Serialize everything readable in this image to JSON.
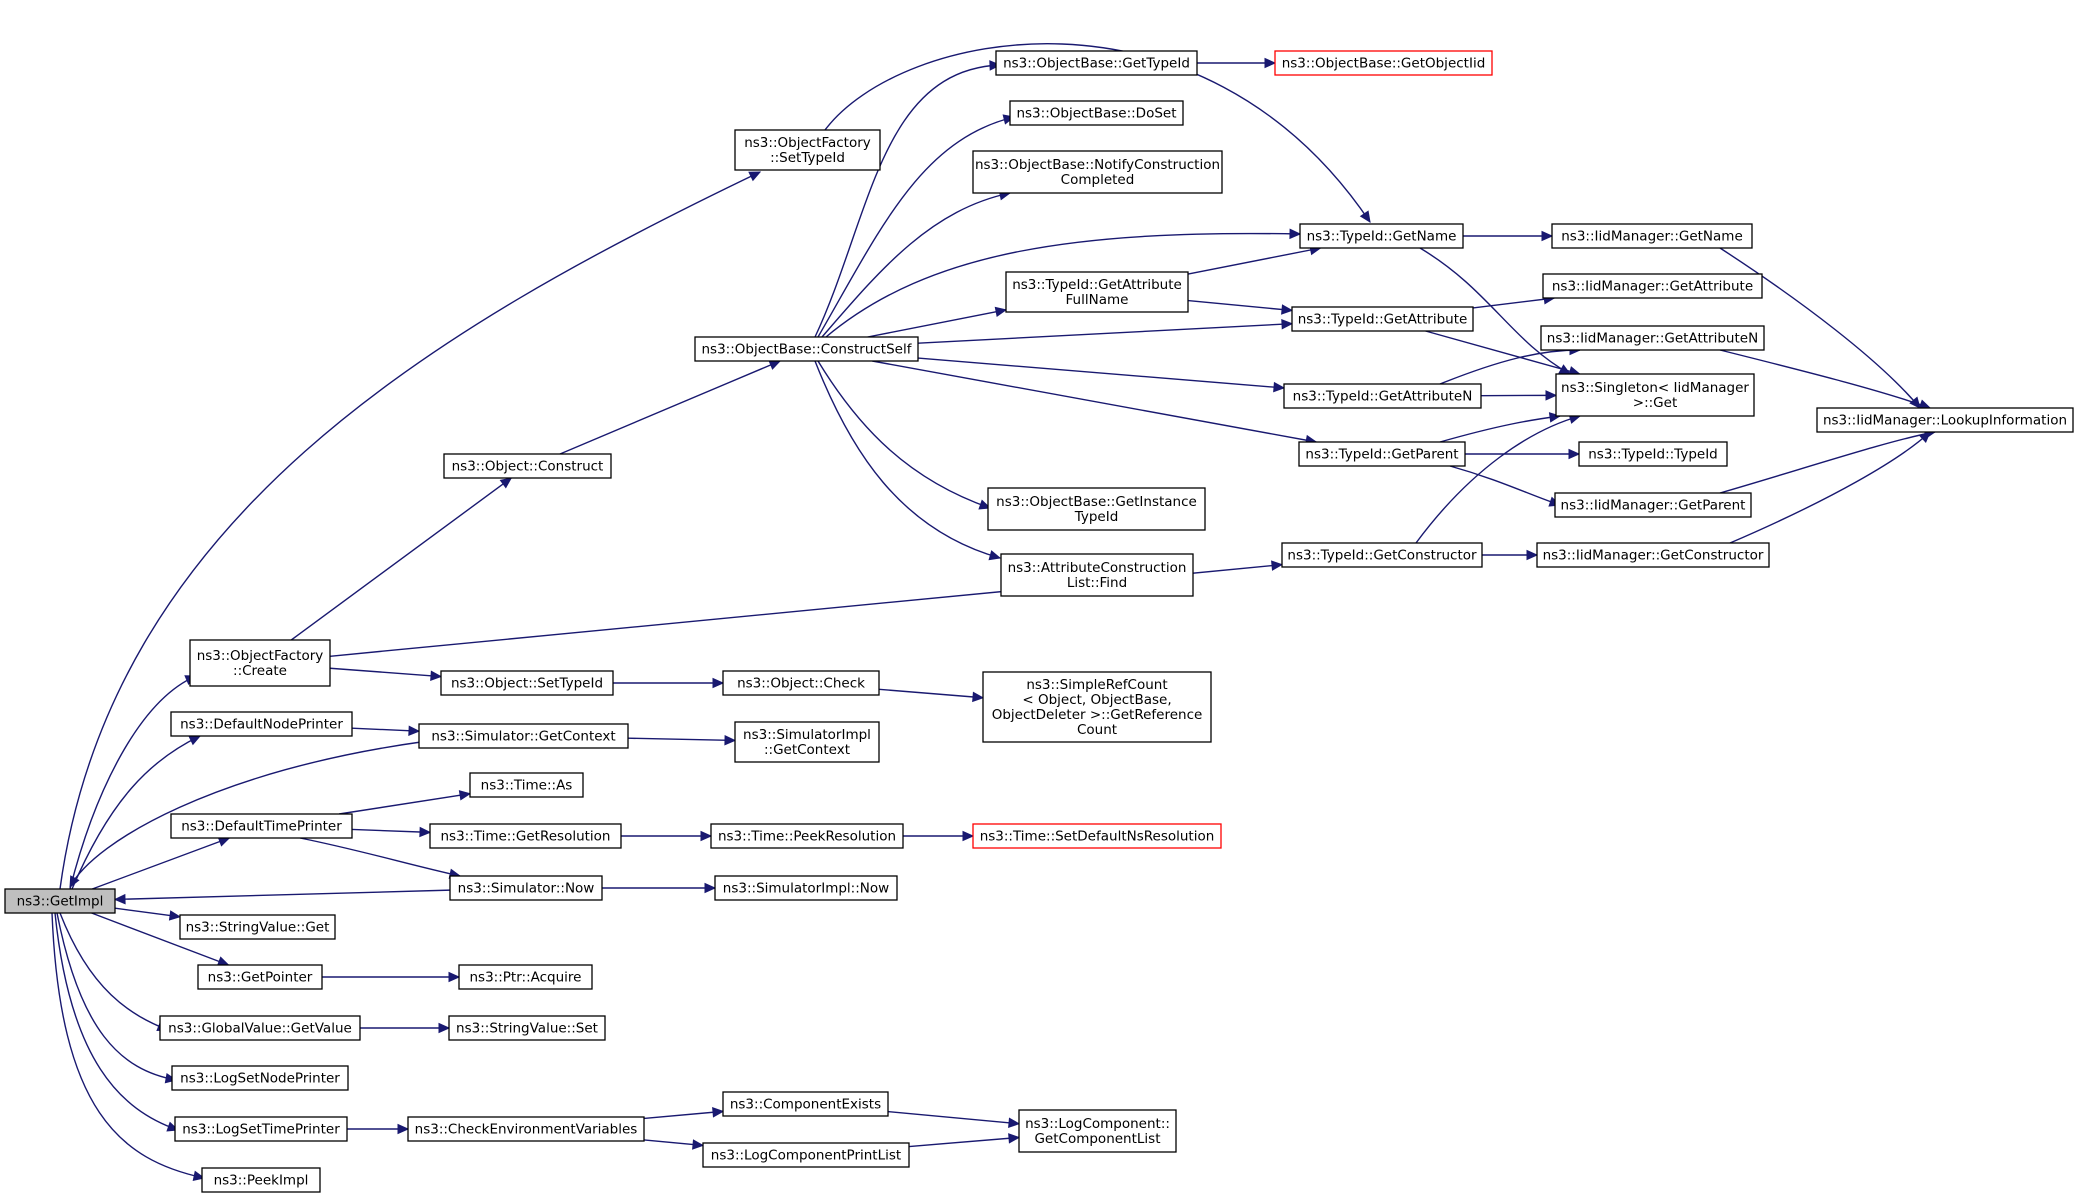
{
  "nodes": [
    {
      "id": "GetImpl",
      "lines": [
        "ns3::GetImpl"
      ],
      "root": true
    },
    {
      "id": "OF_Create",
      "lines": [
        "ns3::ObjectFactory",
        "::Create"
      ]
    },
    {
      "id": "OF_SetTypeId",
      "lines": [
        "ns3::ObjectFactory",
        "::SetTypeId"
      ]
    },
    {
      "id": "DefaultNodePrinter",
      "lines": [
        "ns3::DefaultNodePrinter"
      ]
    },
    {
      "id": "DefaultTimePrinter",
      "lines": [
        "ns3::DefaultTimePrinter"
      ]
    },
    {
      "id": "StringValue_Get",
      "lines": [
        "ns3::StringValue::Get"
      ]
    },
    {
      "id": "GetPointer",
      "lines": [
        "ns3::GetPointer"
      ]
    },
    {
      "id": "GV_GetValue",
      "lines": [
        "ns3::GlobalValue::GetValue"
      ]
    },
    {
      "id": "LogSetNodePrinter",
      "lines": [
        "ns3::LogSetNodePrinter"
      ]
    },
    {
      "id": "LogSetTimePrinter",
      "lines": [
        "ns3::LogSetTimePrinter"
      ]
    },
    {
      "id": "PeekImpl",
      "lines": [
        "ns3::PeekImpl"
      ]
    },
    {
      "id": "Object_Construct",
      "lines": [
        "ns3::Object::Construct"
      ]
    },
    {
      "id": "Object_SetTypeId",
      "lines": [
        "ns3::Object::SetTypeId"
      ]
    },
    {
      "id": "Sim_GetContext",
      "lines": [
        "ns3::Simulator::GetContext"
      ]
    },
    {
      "id": "Time_As",
      "lines": [
        "ns3::Time::As"
      ]
    },
    {
      "id": "Time_GetResolution",
      "lines": [
        "ns3::Time::GetResolution"
      ]
    },
    {
      "id": "Sim_Now",
      "lines": [
        "ns3::Simulator::Now"
      ]
    },
    {
      "id": "Ptr_Acquire",
      "lines": [
        "ns3::Ptr::Acquire"
      ]
    },
    {
      "id": "StringValue_Set",
      "lines": [
        "ns3::StringValue::Set"
      ]
    },
    {
      "id": "CheckEnvVars",
      "lines": [
        "ns3::CheckEnvironmentVariables"
      ]
    },
    {
      "id": "OB_ConstructSelf",
      "lines": [
        "ns3::ObjectBase::ConstructSelf"
      ]
    },
    {
      "id": "Object_Check",
      "lines": [
        "ns3::Object::Check"
      ]
    },
    {
      "id": "SimImpl_GetContext",
      "lines": [
        "ns3::SimulatorImpl",
        "::GetContext"
      ]
    },
    {
      "id": "Time_PeekResolution",
      "lines": [
        "ns3::Time::PeekResolution"
      ]
    },
    {
      "id": "SimImpl_Now",
      "lines": [
        "ns3::SimulatorImpl::Now"
      ]
    },
    {
      "id": "ComponentExists",
      "lines": [
        "ns3::ComponentExists"
      ]
    },
    {
      "id": "LogComponentPrintList",
      "lines": [
        "ns3::LogComponentPrintList"
      ]
    },
    {
      "id": "OB_GetTypeId",
      "lines": [
        "ns3::ObjectBase::GetTypeId"
      ]
    },
    {
      "id": "OB_DoSet",
      "lines": [
        "ns3::ObjectBase::DoSet"
      ]
    },
    {
      "id": "OB_NotifyConstructionCompleted",
      "lines": [
        "ns3::ObjectBase::NotifyConstruction",
        "Completed"
      ]
    },
    {
      "id": "TypeId_GetAttributeFullName",
      "lines": [
        "ns3::TypeId::GetAttribute",
        "FullName"
      ]
    },
    {
      "id": "OB_GetInstanceTypeId",
      "lines": [
        "ns3::ObjectBase::GetInstance",
        "TypeId"
      ]
    },
    {
      "id": "ACL_Find",
      "lines": [
        "ns3::AttributeConstruction",
        "List::Find"
      ]
    },
    {
      "id": "SimpleRefCount_GetReferenceCount",
      "lines": [
        "ns3::SimpleRefCount",
        "< Object, ObjectBase,",
        "ObjectDeleter >::GetReference",
        "Count"
      ]
    },
    {
      "id": "Time_SetDefaultNsResolution",
      "lines": [
        "ns3::Time::SetDefaultNsResolution"
      ],
      "red": true
    },
    {
      "id": "LogComponent_GetComponentList",
      "lines": [
        "ns3::LogComponent::",
        "GetComponentList"
      ]
    },
    {
      "id": "OB_GetObjectIid",
      "lines": [
        "ns3::ObjectBase::GetObjectIid"
      ],
      "red": true
    },
    {
      "id": "TypeId_GetName",
      "lines": [
        "ns3::TypeId::GetName"
      ]
    },
    {
      "id": "TypeId_GetAttribute",
      "lines": [
        "ns3::TypeId::GetAttribute"
      ]
    },
    {
      "id": "TypeId_GetAttributeN",
      "lines": [
        "ns3::TypeId::GetAttributeN"
      ]
    },
    {
      "id": "TypeId_GetParent",
      "lines": [
        "ns3::TypeId::GetParent"
      ]
    },
    {
      "id": "TypeId_GetConstructor",
      "lines": [
        "ns3::TypeId::GetConstructor"
      ]
    },
    {
      "id": "IidManager_GetName",
      "lines": [
        "ns3::IidManager::GetName"
      ]
    },
    {
      "id": "IidManager_GetAttribute",
      "lines": [
        "ns3::IidManager::GetAttribute"
      ]
    },
    {
      "id": "IidManager_GetAttributeN",
      "lines": [
        "ns3::IidManager::GetAttributeN"
      ]
    },
    {
      "id": "Singleton_Get",
      "lines": [
        "ns3::Singleton< IidManager",
        ">::Get"
      ]
    },
    {
      "id": "TypeId_TypeId",
      "lines": [
        "ns3::TypeId::TypeId"
      ]
    },
    {
      "id": "IidManager_GetParent",
      "lines": [
        "ns3::IidManager::GetParent"
      ]
    },
    {
      "id": "IidManager_GetConstructor",
      "lines": [
        "ns3::IidManager::GetConstructor"
      ]
    },
    {
      "id": "IidManager_LookupInformation",
      "lines": [
        "ns3::IidManager::LookupInformation"
      ]
    }
  ],
  "edges": [
    [
      "GetImpl",
      "OF_Create"
    ],
    [
      "GetImpl",
      "OF_SetTypeId"
    ],
    [
      "GetImpl",
      "DefaultNodePrinter"
    ],
    [
      "GetImpl",
      "DefaultTimePrinter"
    ],
    [
      "GetImpl",
      "StringValue_Get"
    ],
    [
      "GetImpl",
      "GetPointer"
    ],
    [
      "GetImpl",
      "GV_GetValue"
    ],
    [
      "GetImpl",
      "LogSetNodePrinter"
    ],
    [
      "GetImpl",
      "LogSetTimePrinter"
    ],
    [
      "GetImpl",
      "PeekImpl"
    ],
    [
      "OF_Create",
      "Object_Construct"
    ],
    [
      "OF_Create",
      "Object_SetTypeId"
    ],
    [
      "OF_Create",
      "TypeId_GetConstructor"
    ],
    [
      "OF_SetTypeId",
      "TypeId_GetName"
    ],
    [
      "DefaultNodePrinter",
      "Sim_GetContext"
    ],
    [
      "DefaultTimePrinter",
      "Time_As"
    ],
    [
      "DefaultTimePrinter",
      "Time_GetResolution"
    ],
    [
      "DefaultTimePrinter",
      "Sim_Now"
    ],
    [
      "Sim_GetContext",
      "GetImpl"
    ],
    [
      "Sim_GetContext",
      "SimImpl_GetContext"
    ],
    [
      "Sim_Now",
      "GetImpl"
    ],
    [
      "Sim_Now",
      "SimImpl_Now"
    ],
    [
      "Time_GetResolution",
      "Time_PeekResolution"
    ],
    [
      "Time_PeekResolution",
      "Time_SetDefaultNsResolution"
    ],
    [
      "GetPointer",
      "Ptr_Acquire"
    ],
    [
      "GV_GetValue",
      "StringValue_Set"
    ],
    [
      "LogSetTimePrinter",
      "CheckEnvVars"
    ],
    [
      "CheckEnvVars",
      "ComponentExists"
    ],
    [
      "CheckEnvVars",
      "LogComponentPrintList"
    ],
    [
      "ComponentExists",
      "LogComponent_GetComponentList"
    ],
    [
      "LogComponentPrintList",
      "LogComponent_GetComponentList"
    ],
    [
      "Object_Construct",
      "OB_ConstructSelf"
    ],
    [
      "Object_SetTypeId",
      "Object_Check"
    ],
    [
      "Object_Check",
      "SimpleRefCount_GetReferenceCount"
    ],
    [
      "OB_ConstructSelf",
      "OB_GetTypeId"
    ],
    [
      "OB_ConstructSelf",
      "OB_DoSet"
    ],
    [
      "OB_ConstructSelf",
      "OB_NotifyConstructionCompleted"
    ],
    [
      "OB_ConstructSelf",
      "TypeId_GetName"
    ],
    [
      "OB_ConstructSelf",
      "TypeId_GetAttributeFullName"
    ],
    [
      "OB_ConstructSelf",
      "TypeId_GetAttribute"
    ],
    [
      "OB_ConstructSelf",
      "TypeId_GetAttributeN"
    ],
    [
      "OB_ConstructSelf",
      "TypeId_GetParent"
    ],
    [
      "OB_ConstructSelf",
      "OB_GetInstanceTypeId"
    ],
    [
      "OB_ConstructSelf",
      "ACL_Find"
    ],
    [
      "OB_GetTypeId",
      "OB_GetObjectIid"
    ],
    [
      "TypeId_GetAttributeFullName",
      "TypeId_GetName"
    ],
    [
      "TypeId_GetAttributeFullName",
      "TypeId_GetAttribute"
    ],
    [
      "TypeId_GetName",
      "IidManager_GetName"
    ],
    [
      "TypeId_GetName",
      "Singleton_Get"
    ],
    [
      "TypeId_GetAttribute",
      "IidManager_GetAttribute"
    ],
    [
      "TypeId_GetAttribute",
      "Singleton_Get"
    ],
    [
      "TypeId_GetAttributeN",
      "IidManager_GetAttributeN"
    ],
    [
      "TypeId_GetAttributeN",
      "Singleton_Get"
    ],
    [
      "TypeId_GetParent",
      "Singleton_Get"
    ],
    [
      "TypeId_GetParent",
      "TypeId_TypeId"
    ],
    [
      "TypeId_GetParent",
      "IidManager_GetParent"
    ],
    [
      "TypeId_GetConstructor",
      "Singleton_Get"
    ],
    [
      "TypeId_GetConstructor",
      "IidManager_GetConstructor"
    ],
    [
      "IidManager_GetName",
      "IidManager_LookupInformation"
    ],
    [
      "IidManager_GetAttributeN",
      "IidManager_LookupInformation"
    ],
    [
      "IidManager_GetParent",
      "IidManager_LookupInformation"
    ],
    [
      "IidManager_GetConstructor",
      "IidManager_LookupInformation"
    ]
  ]
}
